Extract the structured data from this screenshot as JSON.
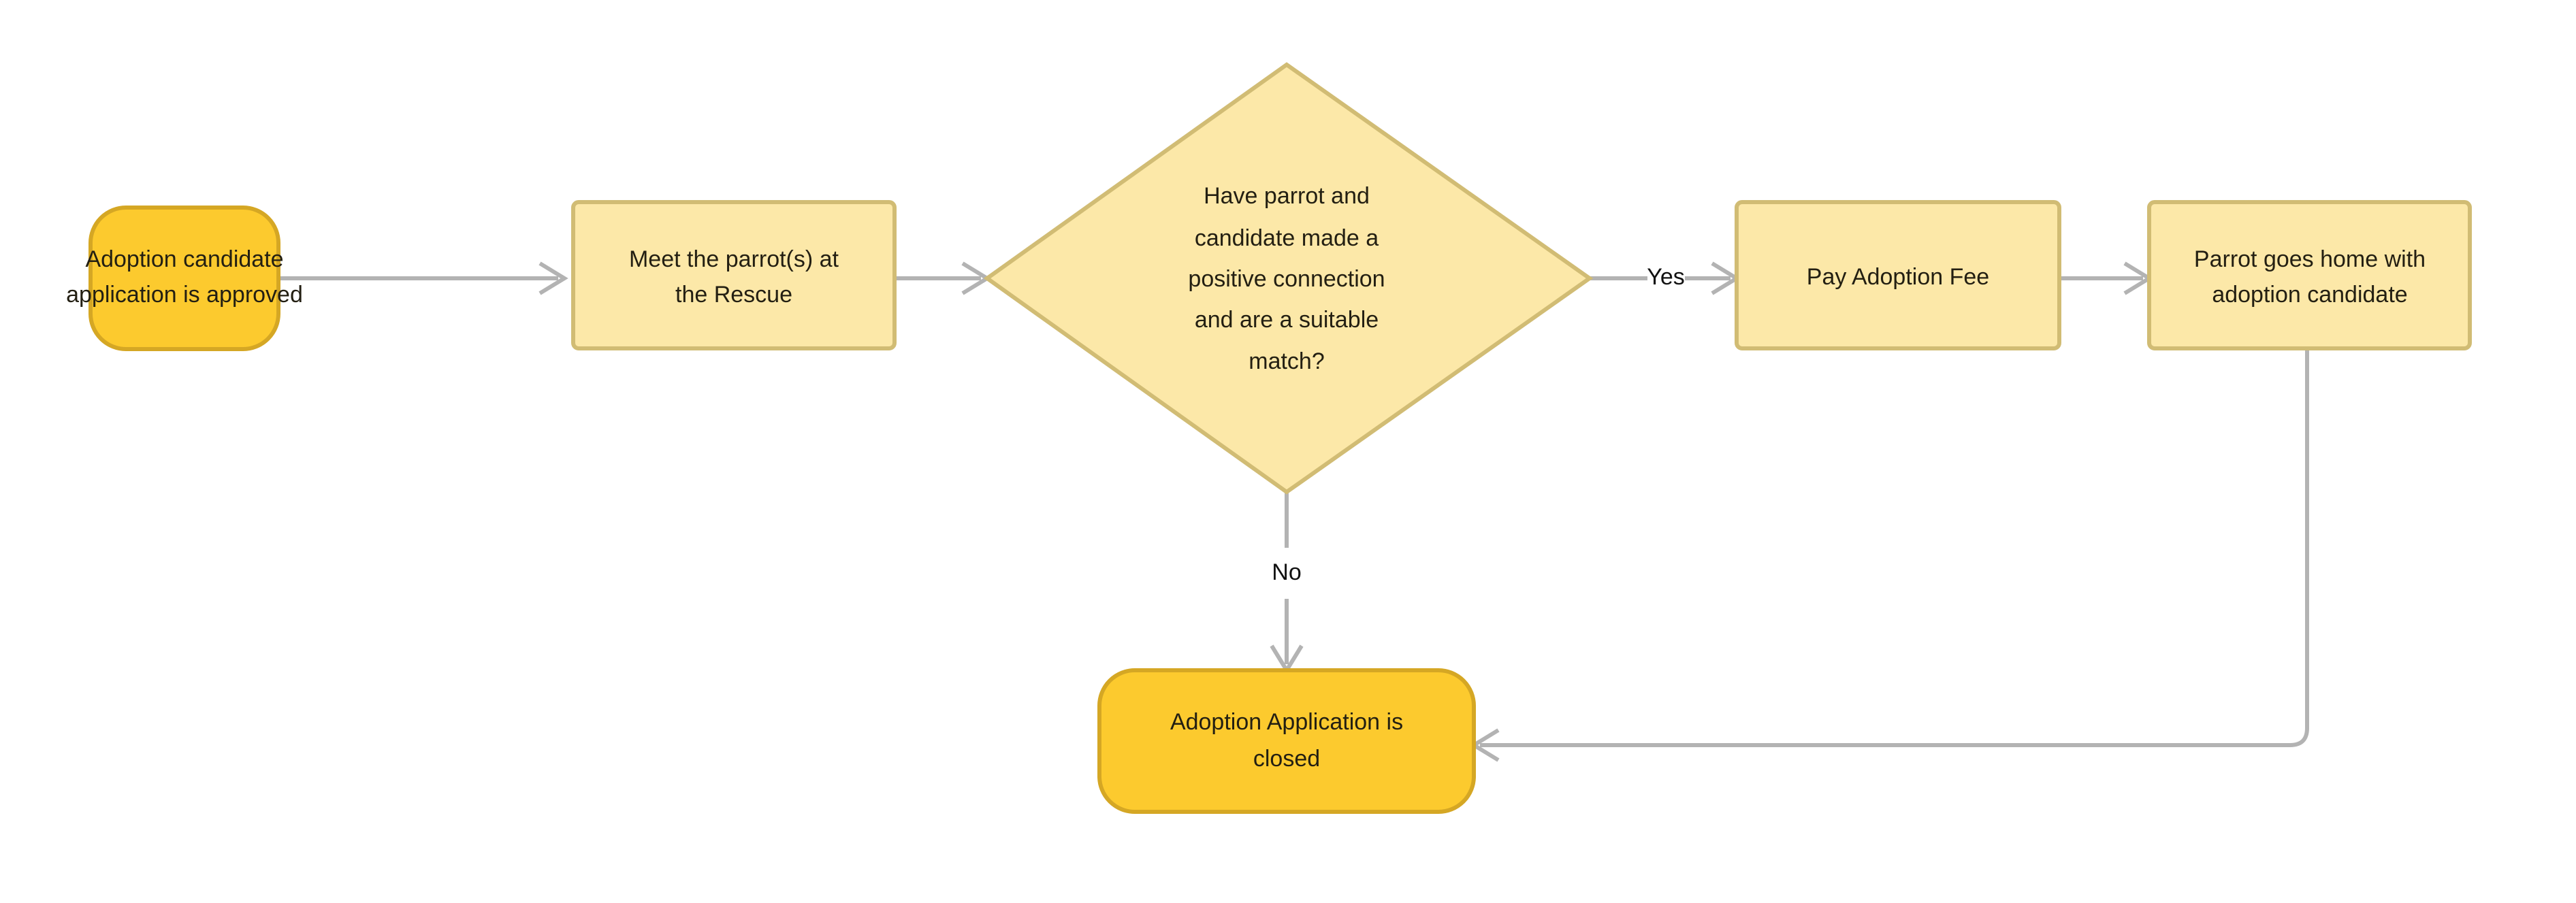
{
  "diagram": {
    "title": "Parrot Adoption Process Flowchart",
    "background_color": "#ffffff",
    "colors": {
      "terminal_fill": "#FCCA2E",
      "terminal_stroke": "#D5A724",
      "process_fill": "#FCE8A8",
      "process_stroke": "#D1BC74",
      "decision_fill": "#FCE8A8",
      "decision_stroke": "#D1BC74",
      "edge_stroke": "#b3b3b3",
      "node_text": "#231f12",
      "edge_text": "#111111"
    },
    "nodes": [
      {
        "id": "start",
        "type": "terminal",
        "label": "Adoption candidate application is approved",
        "lines": [
          "Adoption candidate",
          "application is approved"
        ]
      },
      {
        "id": "meet",
        "type": "process",
        "label": "Meet the parrot(s) at the Rescue",
        "lines": [
          "Meet the parrot(s) at",
          "the Rescue"
        ]
      },
      {
        "id": "decision",
        "type": "decision",
        "label": "Have parrot and candidate made a positive connection and are a suitable match?",
        "lines": [
          "Have parrot and",
          "candidate made a",
          "positive connection",
          "and are a suitable",
          "match?"
        ]
      },
      {
        "id": "fee",
        "type": "process",
        "label": "Pay Adoption Fee",
        "lines": [
          "Pay Adoption Fee"
        ]
      },
      {
        "id": "home",
        "type": "process",
        "label": "Parrot goes home with adoption candidate",
        "lines": [
          "Parrot goes home with",
          "adoption candidate"
        ]
      },
      {
        "id": "closed",
        "type": "terminal",
        "label": "Adoption Application is closed",
        "lines": [
          "Adoption Application is",
          "closed"
        ]
      }
    ],
    "edges": [
      {
        "id": "start-meet",
        "from": "start",
        "to": "meet",
        "label": ""
      },
      {
        "id": "meet-decision",
        "from": "meet",
        "to": "decision",
        "label": ""
      },
      {
        "id": "decision-fee",
        "from": "decision",
        "to": "fee",
        "label": "Yes"
      },
      {
        "id": "decision-closed",
        "from": "decision",
        "to": "closed",
        "label": "No"
      },
      {
        "id": "fee-home",
        "from": "fee",
        "to": "home",
        "label": ""
      },
      {
        "id": "home-closed",
        "from": "home",
        "to": "closed",
        "label": ""
      }
    ]
  }
}
